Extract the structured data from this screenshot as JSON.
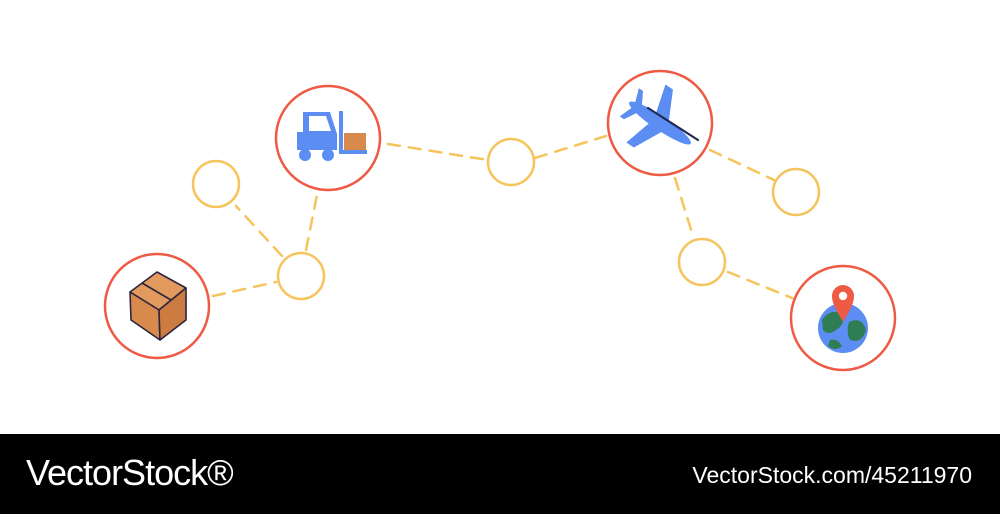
{
  "colors": {
    "major_ring": "#ee5a43",
    "minor_ring": "#f6c45c",
    "connector": "#f6c45c",
    "icon_blue": "#5b8df2",
    "box_brown": "#d88a4c",
    "earth_green": "#2f7d52",
    "footer_bg": "#000000",
    "footer_text": "#ffffff"
  },
  "nodes": [
    {
      "id": "package",
      "kind": "major",
      "icon": "package-icon"
    },
    {
      "id": "forklift",
      "kind": "major",
      "icon": "forklift-icon"
    },
    {
      "id": "airplane",
      "kind": "major",
      "icon": "airplane-icon"
    },
    {
      "id": "destination",
      "kind": "major",
      "icon": "globe-location-pin-icon"
    },
    {
      "id": "waypoint-1",
      "kind": "minor"
    },
    {
      "id": "waypoint-2",
      "kind": "minor"
    },
    {
      "id": "waypoint-3",
      "kind": "minor"
    },
    {
      "id": "waypoint-4",
      "kind": "minor"
    },
    {
      "id": "waypoint-5",
      "kind": "minor"
    }
  ],
  "edges": [
    [
      "package",
      "waypoint-2"
    ],
    [
      "waypoint-2",
      "waypoint-1"
    ],
    [
      "waypoint-2",
      "forklift"
    ],
    [
      "forklift",
      "waypoint-3"
    ],
    [
      "waypoint-3",
      "airplane"
    ],
    [
      "airplane",
      "waypoint-4"
    ],
    [
      "airplane",
      "waypoint-5"
    ],
    [
      "waypoint-5",
      "destination"
    ]
  ],
  "footer": {
    "brand": "VectorStock®",
    "stock_id": "VectorStock.com/45211970"
  }
}
